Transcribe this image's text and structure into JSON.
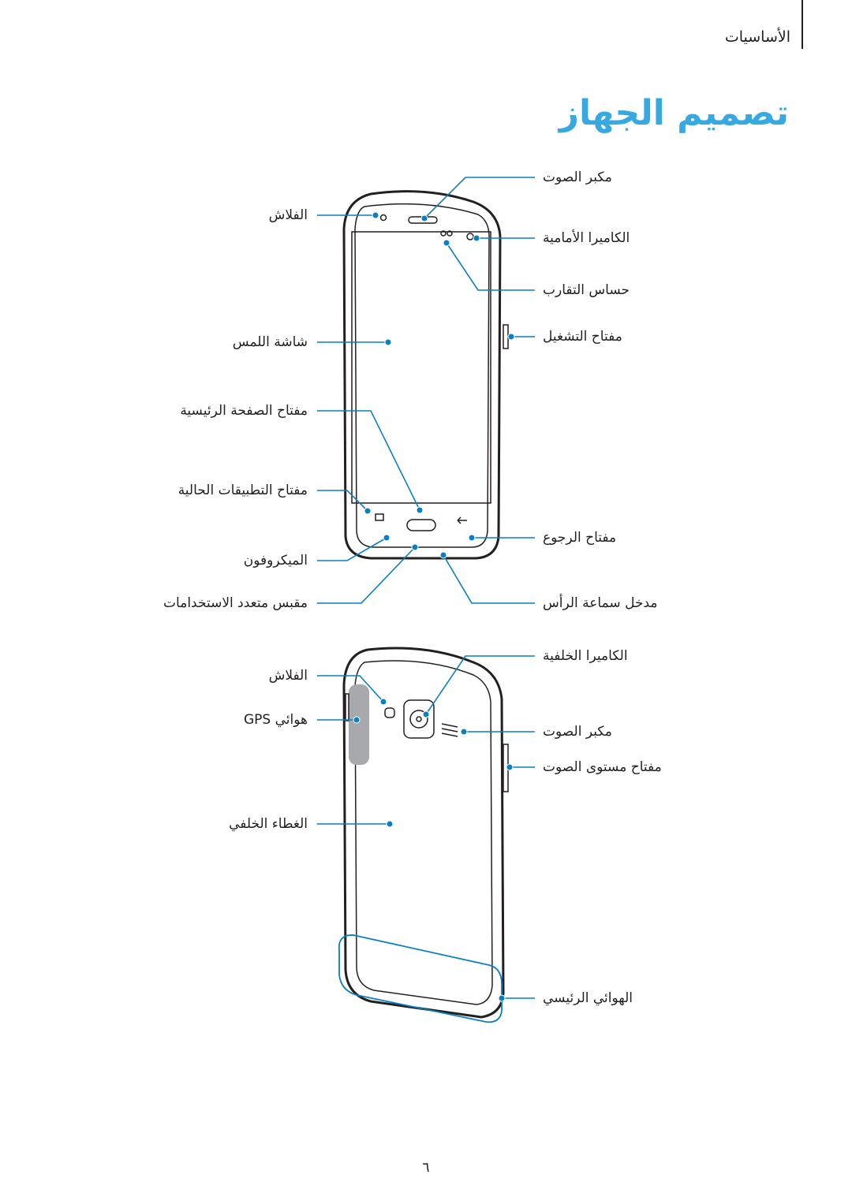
{
  "header": {
    "section": "الأساسيات"
  },
  "title": "تصميم الجهاز",
  "front": {
    "left_labels": [
      "الفلاش",
      "شاشة اللمس",
      "مفتاح الصفحة الرئيسية",
      "مفتاح التطبيقات الحالية",
      "الميكروفون",
      "مقبس متعدد الاستخدامات"
    ],
    "right_labels": [
      "مكبر الصوت",
      "الكاميرا الأمامية",
      "حساس التقارب",
      "مفتاح التشغيل",
      "مفتاح الرجوع",
      "مدخل سماعة الرأس"
    ]
  },
  "back": {
    "left_labels": [
      "الفلاش",
      "هوائي GPS",
      "الغطاء الخلفي"
    ],
    "right_labels": [
      "الكاميرا الخلفية",
      "مكبر الصوت",
      "مفتاح مستوى الصوت",
      "الهوائي الرئيسي"
    ]
  },
  "footer": {
    "page_number": "٦"
  },
  "colors": {
    "accent": "#36a9e1",
    "leader": "#0a7fc2",
    "outline": "#231f20",
    "antenna_fill": "#a7a9ac"
  }
}
